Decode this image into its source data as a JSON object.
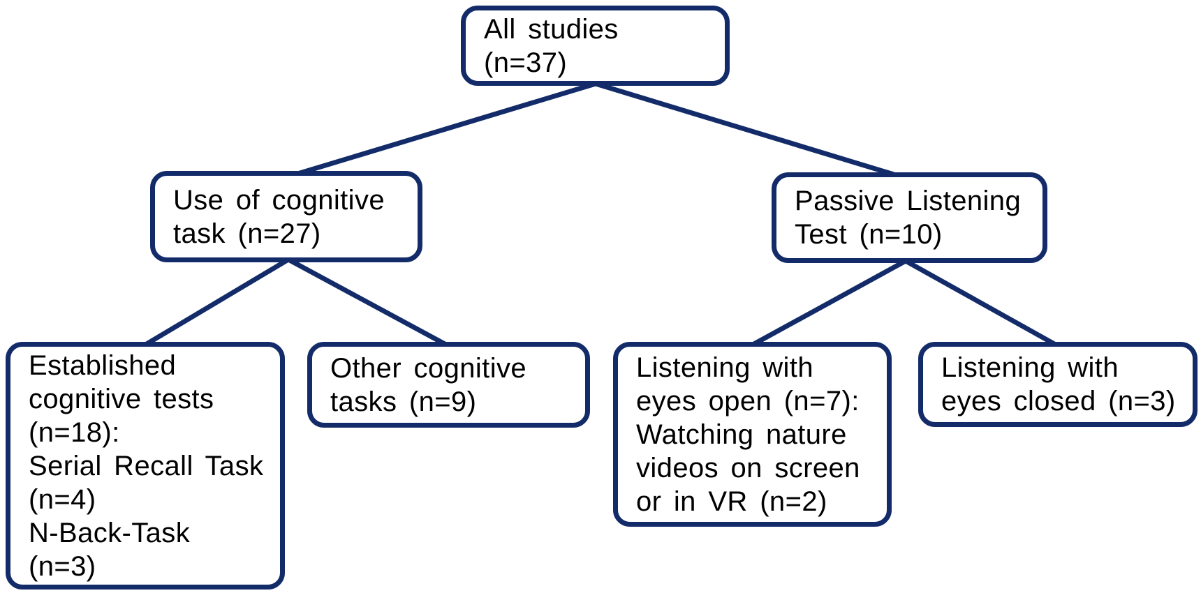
{
  "diagram": {
    "type": "flowchart-tree",
    "colors": {
      "border": "#132c69",
      "line": "#132c69",
      "text": "#000000",
      "background": "#ffffff"
    },
    "nodes": {
      "all_studies": {
        "label": "All studies (n=37)"
      },
      "use_of_cognitive_task": {
        "label": "Use of cognitive\ntask (n=27)"
      },
      "passive_listening_test": {
        "label": "Passive Listening\nTest (n=10)"
      },
      "established_cognitive_tests": {
        "label": "Established\ncognitive tests\n(n=18):\nSerial Recall Task\n(n=4)\nN-Back-Task\n(n=3)"
      },
      "other_cognitive_tasks": {
        "label": "Other cognitive\ntasks (n=9)"
      },
      "listening_eyes_open": {
        "label": "Listening with\neyes open (n=7):\nWatching nature\nvideos on screen\nor in VR (n=2)"
      },
      "listening_eyes_closed": {
        "label": "Listening with\neyes closed (n=3)"
      }
    },
    "edges": [
      {
        "from": "all_studies",
        "to": "use_of_cognitive_task"
      },
      {
        "from": "all_studies",
        "to": "passive_listening_test"
      },
      {
        "from": "use_of_cognitive_task",
        "to": "established_cognitive_tests"
      },
      {
        "from": "use_of_cognitive_task",
        "to": "other_cognitive_tasks"
      },
      {
        "from": "passive_listening_test",
        "to": "listening_eyes_open"
      },
      {
        "from": "passive_listening_test",
        "to": "listening_eyes_closed"
      }
    ]
  }
}
